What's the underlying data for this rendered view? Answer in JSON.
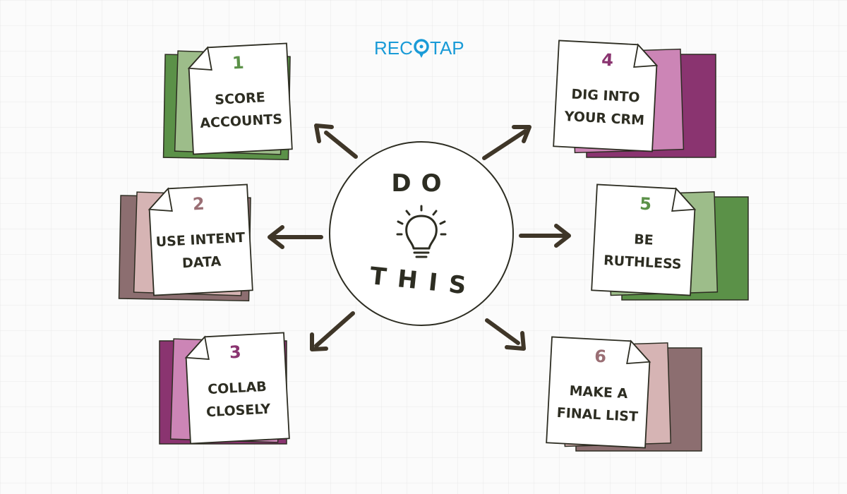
{
  "logo": {
    "part1": "REC",
    "part2": "TAP",
    "color": "#1a9bd7"
  },
  "center": {
    "top_word": "DO",
    "bottom_word": "THIS",
    "icon": "lightbulb-icon"
  },
  "notes": [
    {
      "number": "1",
      "line1": "SCORE",
      "line2": "ACCOUNTS",
      "number_color": "#5b9148",
      "back": "#5b9148",
      "mid": "#9dbd8a"
    },
    {
      "number": "2",
      "line1": "USE INTENT",
      "line2": "DATA",
      "number_color": "#9a6e74",
      "back": "#8c6e70",
      "mid": "#d6b4b4"
    },
    {
      "number": "3",
      "line1": "COLLAB",
      "line2": "CLOSELY",
      "number_color": "#8a3470",
      "back": "#8a3470",
      "mid": "#cc85b6"
    },
    {
      "number": "4",
      "line1": "DIG INTO",
      "line2": "YOUR CRM",
      "number_color": "#8a3470",
      "back": "#8a3470",
      "mid": "#cc85b6"
    },
    {
      "number": "5",
      "line1": "BE",
      "line2": "RUTHLESS",
      "number_color": "#5b9148",
      "back": "#5b9148",
      "mid": "#9dbd8a"
    },
    {
      "number": "6",
      "line1": "MAKE A",
      "line2": "FINAL LIST",
      "number_color": "#9a6e74",
      "back": "#8c6e70",
      "mid": "#d6b4b4"
    }
  ],
  "colors": {
    "ink": "#2d2d22",
    "arrow": "#3f3628",
    "paper": "#ffffff"
  }
}
